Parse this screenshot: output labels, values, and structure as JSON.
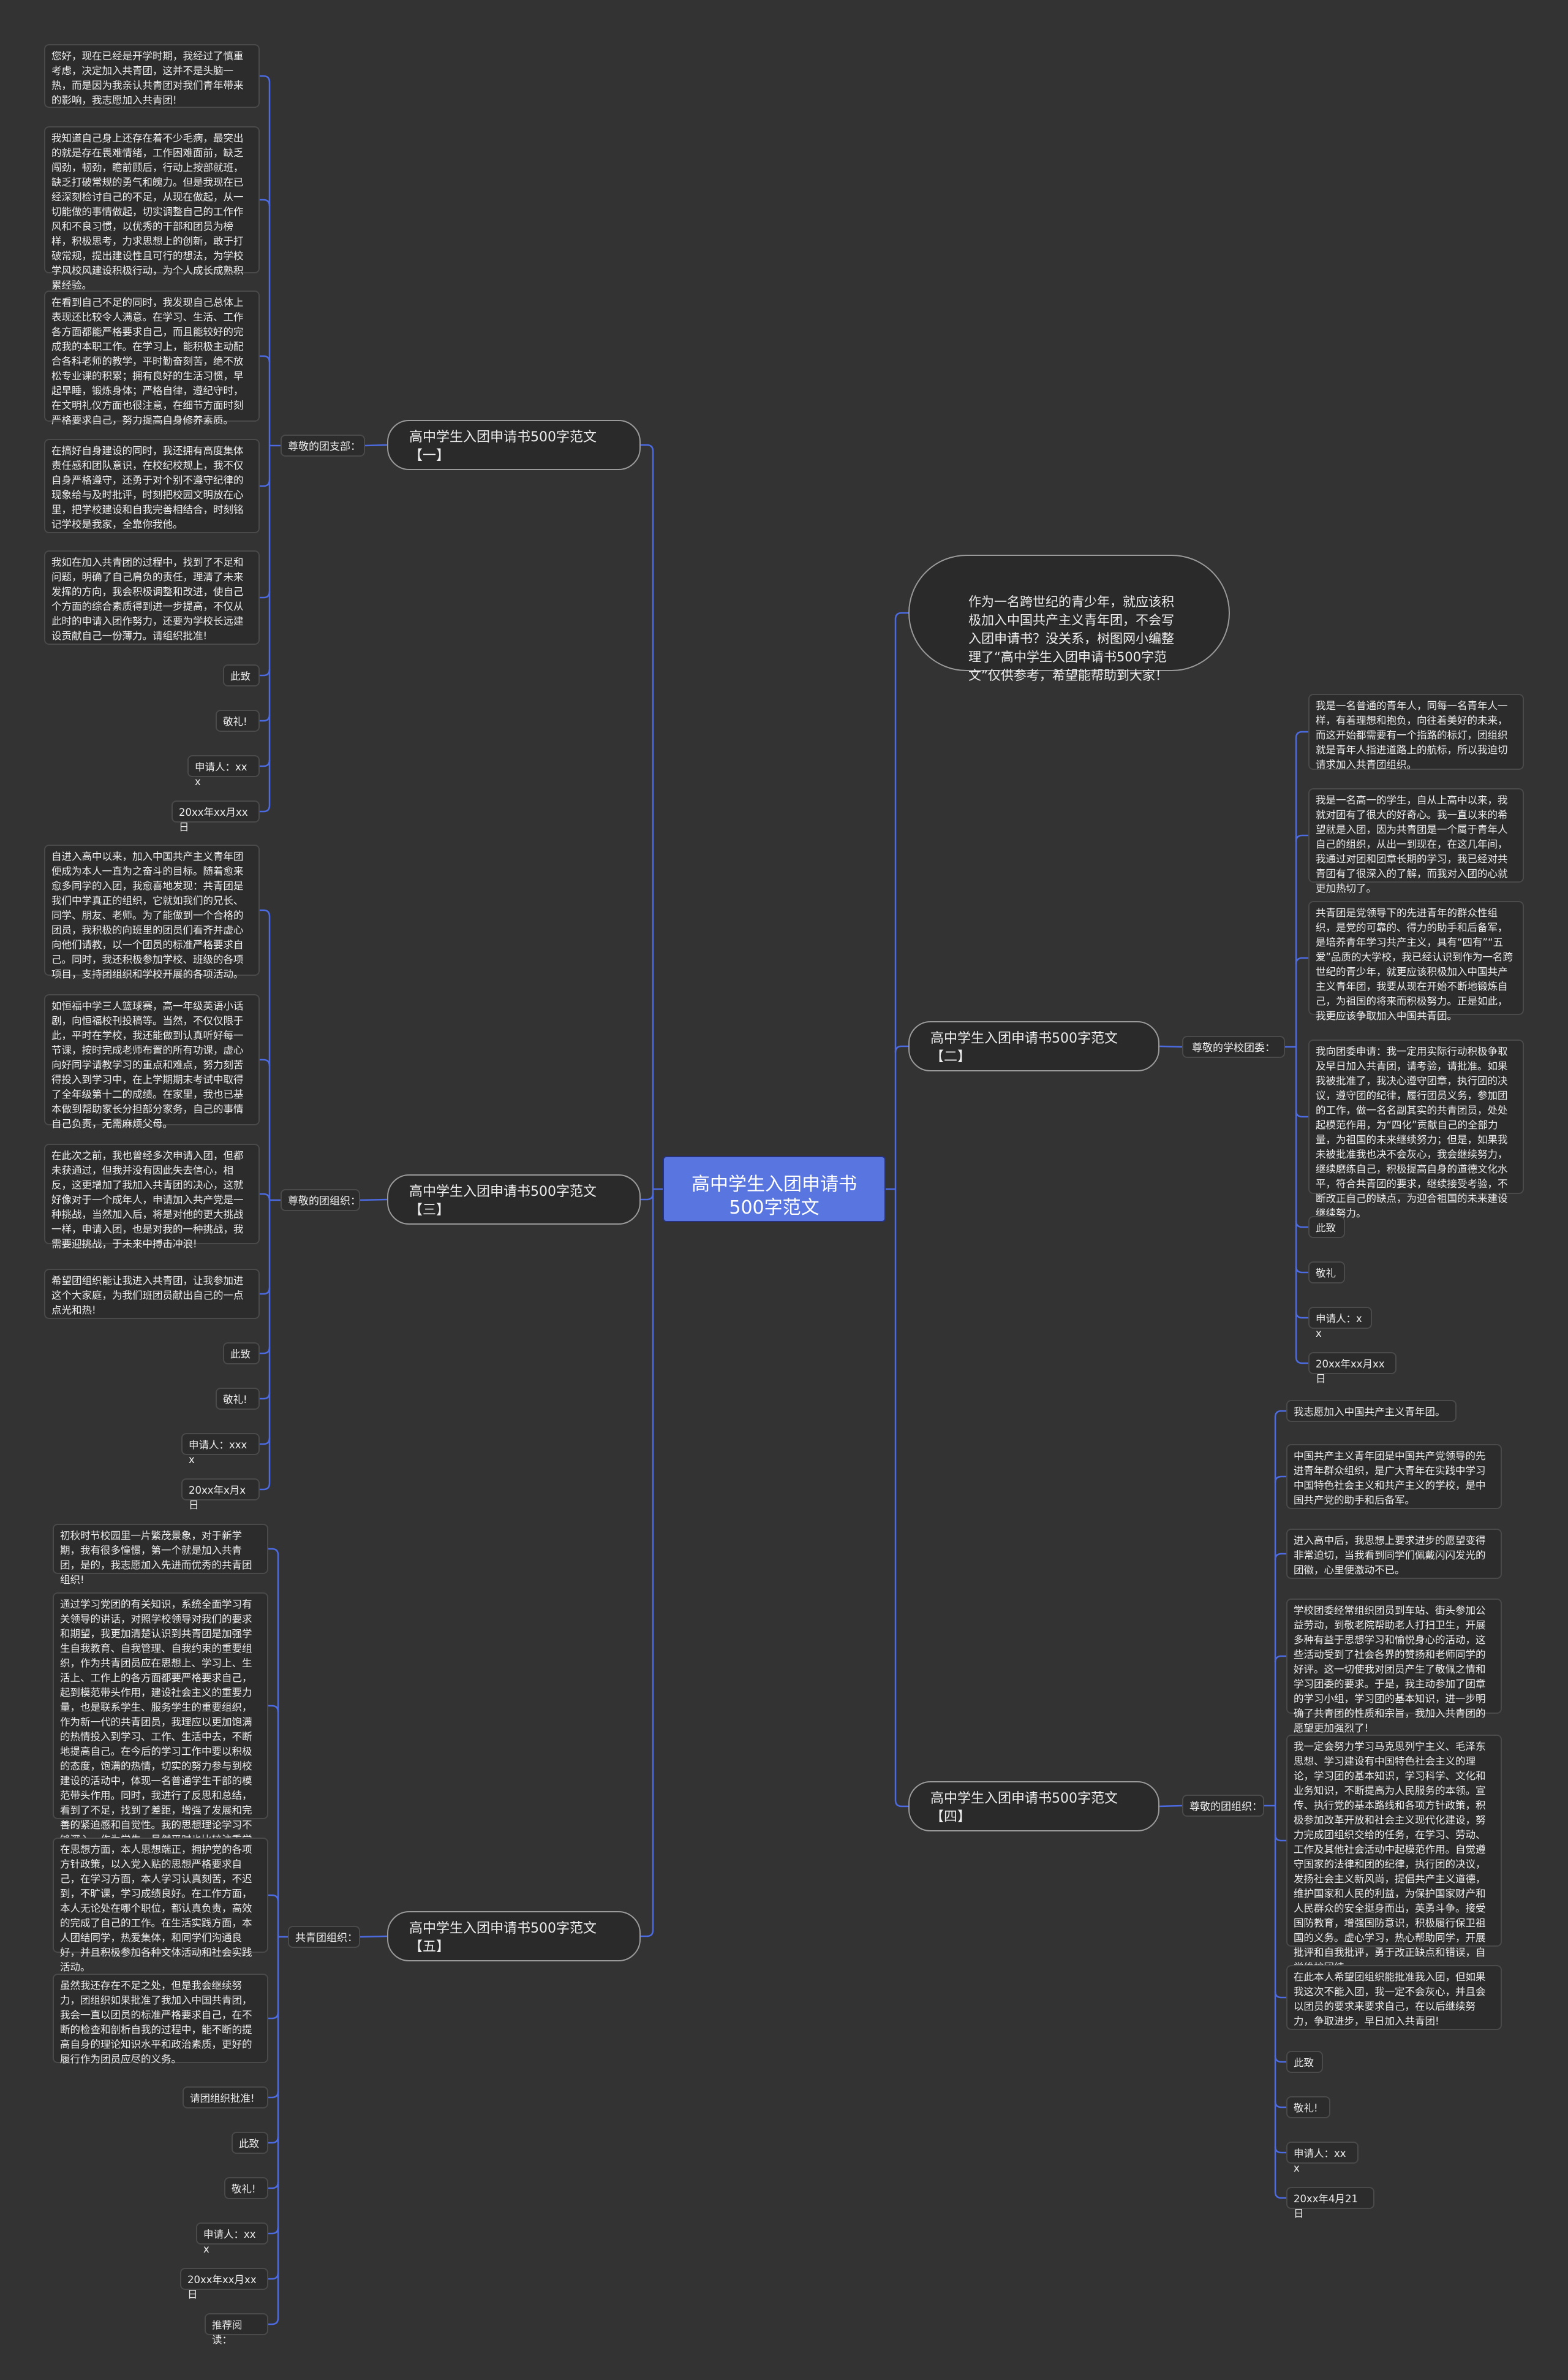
{
  "root": {
    "title": "高中学生入团申请书500字范文"
  },
  "intro": {
    "text": "作为一名跨世纪的青少年，就应该积极加入中国共产主义青年团，不会写入团申请书？没关系，树图网小编整理了“高中学生入团申请书500字范文”仅供参考，希望能帮助到大家！"
  },
  "branch1": {
    "title": "高中学生入团申请书500字范文【一】",
    "label": "尊敬的团支部：",
    "items": [
      "您好，现在已经是开学时期，我经过了慎重考虑，决定加入共青团，这并不是头脑一热，而是因为我亲认共青团对我们青年带来的影响，我志愿加入共青团!",
      "我知道自己身上还存在着不少毛病，最突出的就是存在畏难情绪，工作困难面前，缺乏闯劲，韧劲，瞻前顾后，行动上按部就班，缺乏打破常规的勇气和魄力。但是我现在已经深刻检讨自己的不足，从现在做起，从一切能做的事情做起，切实调整自己的工作作风和不良习惯，以优秀的干部和团员为榜样，积极思考，力求思想上的创新，敢于打破常规，提出建设性且可行的想法，为学校学风校风建设积极行动，为个人成长成熟积累经验。",
      "在看到自己不足的同时，我发现自己总体上表现还比较令人满意。在学习、生活、工作各方面都能严格要求自己，而且能较好的完成我的本职工作。在学习上，能积极主动配合各科老师的教学，平时勤奋刻苦，绝不放松专业课的积累；拥有良好的生活习惯，早起早睡，锻炼身体；严格自律，遵纪守时，在文明礼仪方面也很注意，在细节方面时刻严格要求自己，努力提高自身修养素质。",
      "在搞好自身建设的同时，我还拥有高度集体责任感和团队意识，在校纪校规上，我不仅自身严格遵守，还勇于对个别不遵守纪律的现象给与及时批评，时刻把校园文明放在心里，把学校建设和自我完善相结合，时刻铭记学校是我家，全靠你我他。",
      "我如在加入共青团的过程中，找到了不足和问题，明确了自己肩负的责任，理清了未来发挥的方向，我会积极调整和改进，使自己个方面的综合素质得到进一步提高，不仅从此时的申请入团作努力，还要为学校长远建设贡献自己一份薄力。请组织批准!",
      "此致",
      "敬礼!",
      "申请人：xxx",
      "20xx年xx月xx日"
    ]
  },
  "branch2": {
    "title": "高中学生入团申请书500字范文【二】",
    "label": "尊敬的学校团委：",
    "items": [
      "我是一名普通的青年人，同每一名青年人一样，有着理想和抱负，向往着美好的未来，而这开始都需要有一个指路的标灯，团组织就是青年人指进道路上的航标，所以我迫切请求加入共青团组织。",
      "我是一名高一的学生，自从上高中以来，我就对团有了很大的好奇心。我一直以来的希望就是入团，因为共青团是一个属于青年人自己的组织，从出一到现在，在这几年间，我通过对团和团章长期的学习，我已经对共青团有了很深入的了解，而我对入团的心就更加热切了。",
      "共青团是党领导下的先进青年的群众性组织，是党的可靠的、得力的助手和后备军，是培养青年学习共产主义，具有“四有”“五爱”品质的大学校，我已经认识到作为一名跨世纪的青少年，就更应该积极加入中国共产主义青年团，我要从现在开始不断地锻炼自己，为祖国的将来而积极努力。正是如此，我更应该争取加入中国共青团。",
      "我向团委申请：我一定用实际行动积极争取及早日加入共青团，请考验，请批准。如果我被批准了，我决心遵守团章，执行团的决议，遵守团的纪律，履行团员义务，参加团的工作，做一名名副其实的共青团员，处处起模范作用，为“四化”贡献自己的全部力量，为祖国的未来继续努力；但是，如果我未被批准我也决不会灰心，我会继续努力，继续磨练自己，积极提高自身的道德文化水平，符合共青团的要求，继续接受考验，不断改正自己的缺点，为迎合祖国的未来建设继续努力。",
      "此致",
      "敬礼",
      "申请人：xx",
      "20xx年xx月xx日"
    ]
  },
  "branch3": {
    "title": "高中学生入团申请书500字范文【三】",
    "label": "尊敬的团组织：",
    "items": [
      "自进入高中以来，加入中国共产主义青年团便成为本人一直为之奋斗的目标。随着愈来愈多同学的入团，我愈喜地发现：共青团是我们中学真正的组织，它就如我们的兄长、同学、朋友、老师。为了能做到一个合格的团员，我积极的向班里的团员们看齐并虚心向他们请教，以一个团员的标准严格要求自己。同时，我还积极参加学校、班级的各项项目，支持团组织和学校开展的各项活动。",
      "如恒福中学三人篮球赛，高一年级英语小话剧，向恒福校刊投稿等。当然，不仅仅限于此，平时在学校，我还能做到认真听好每一节课，按时完成老师布置的所有功课，虚心向好同学请教学习的重点和难点，努力刻苦得投入到学习中，在上学期期末考试中取得了全年级第十二的成绩。在家里，我也已基本做到帮助家长分担部分家务，自己的事情自己负责，无需麻烦父母。",
      "在此次之前，我也曾经多次申请入团，但都未获通过，但我并没有因此失去信心，相反，这更增加了我加入共青团的决心，这就好像对于一个成年人，申请加入共产党是一种挑战，当然加入后，将是对他的更大挑战一样，申请入团，也是对我的一种挑战，我需要迎挑战，于未来中搏击冲浪!",
      "希望团组织能让我进入共青团，让我参加进这个大家庭，为我们班团员献出自己的一点点光和热!",
      "此致",
      "敬礼!",
      "申请人：xxxx",
      "20xx年x月x日"
    ]
  },
  "branch4": {
    "title": "高中学生入团申请书500字范文【四】",
    "label": "尊敬的团组织：",
    "items": [
      "我志愿加入中国共产主义青年团。",
      "中国共产主义青年团是中国共产党领导的先进青年群众组织，是广大青年在实践中学习中国特色社会主义和共产主义的学校，是中国共产党的助手和后备军。",
      "进入高中后，我思想上要求进步的愿望变得非常迫切，当我看到同学们佩戴闪闪发光的团徽，心里便激动不已。",
      "学校团委经常组织团员到车站、街头参加公益劳动，到敬老院帮助老人打扫卫生，开展多种有益于思想学习和愉悦身心的活动，这些活动受到了社会各界的赞扬和老师同学的好评。这一切使我对团员产生了敬佩之情和学习团委的要求。于是，我主动参加了团章的学习小组，学习团的基本知识，进一步明确了共青团的性质和宗旨，我加入共青团的愿望更加强烈了!",
      "我一定会努力学习马克思列宁主义、毛泽东思想、学习建设有中国特色社会主义的理论，学习团的基本知识，学习科学、文化和业务知识，不断提高为人民服务的本领。宣传、执行党的基本路线和各项方针政策，积极参加改革开放和社会主义现代化建设，努力完成团组织交给的任务，在学习、劳动、工作及其他社会活动中起模范作用。自觉遵守国家的法律和团的纪律，执行团的决议，发扬社会主义新风尚，提倡共产主义道德，维护国家和人民的利益，为保护国家财产和人民群众的安全挺身而出，英勇斗争。接受国防教育，增强国防意识，积极履行保卫祖国的义务。虚心学习，热心帮助同学，开展批评和自我批评，勇于改正缺点和错误，自觉维护团结。",
      "在此本人希望团组织能批准我入团，但如果我这次不能入团，我一定不会灰心，并且会以团员的要求来要求自己，在以后继续努力，争取进步，早日加入共青团!",
      "此致",
      "敬礼!",
      "申请人：xxx",
      "20xx年4月21日"
    ]
  },
  "branch5": {
    "title": "高中学生入团申请书500字范文【五】",
    "label": "共青团组织：",
    "items": [
      "初秋时节校园里一片繁茂景象，对于新学期，我有很多憧憬，第一个就是加入共青团，是的，我志愿加入先进而优秀的共青团组织!",
      "通过学习党团的有关知识，系统全面学习有关领导的讲话，对照学校领导对我们的要求和期望，我更加清楚认识到共青团是加强学生自我教育、自我管理、自我约束的重要组织，作为共青团员应在思想上、学习上、生活上、工作上的各方面都要严格要求自己，起到模范带头作用，建设社会主义的重要力量，也是联系学生、服务学生的重要组织，作为新一代的共青团员，我理应以更加饱满的热情投入到学习、工作、生活中去，不断地提高自己。在今后的学习工作中要以积极的态度，饱满的热情，切实的努力参与到校建设的活动中，体现一名普通学生干部的模范带头作用。同时，我进行了反思和总结，看到了不足，找到了差距，增强了发展和完善的紧迫感和自觉性。我的思想理论学习不够深入，作为学生，虽然平时也比较注重学习，但学习的内容还不够全面、系统，对政治理论钻研的还不深，不透。如对一些文件精神的学习和理解和把握上就只限于知道其内容，但对其深刻的内涵知之甚少。",
      "在思想方面，本人思想端正，拥护党的各项方针政策，以入党入贴的思想严格要求自己，在学习方面，本人学习认真刻苦，不迟到，不旷课，学习成绩良好。在工作方面，本人无论处在哪个职位，都认真负责，高效的完成了自己的工作。在生活实践方面，本人团结同学，热爱集体，和同学们沟通良好，并且积极参加各种文体活动和社会实践活动。",
      "虽然我还存在不足之处，但是我会继续努力，团组织如果批准了我加入中国共青团，我会一直以团员的标准严格要求自己，在不断的检查和剖析自我的过程中，能不断的提高自身的理论知识水平和政治素质，更好的履行作为团员应尽的义务。",
      "请团组织批准!",
      "此致",
      "敬礼!",
      "申请人：xxx",
      "20xx年xx月xx日",
      "推荐阅读："
    ]
  },
  "colors": {
    "link": "#4d6be0",
    "root": "#5875e0",
    "background": "#333333"
  }
}
